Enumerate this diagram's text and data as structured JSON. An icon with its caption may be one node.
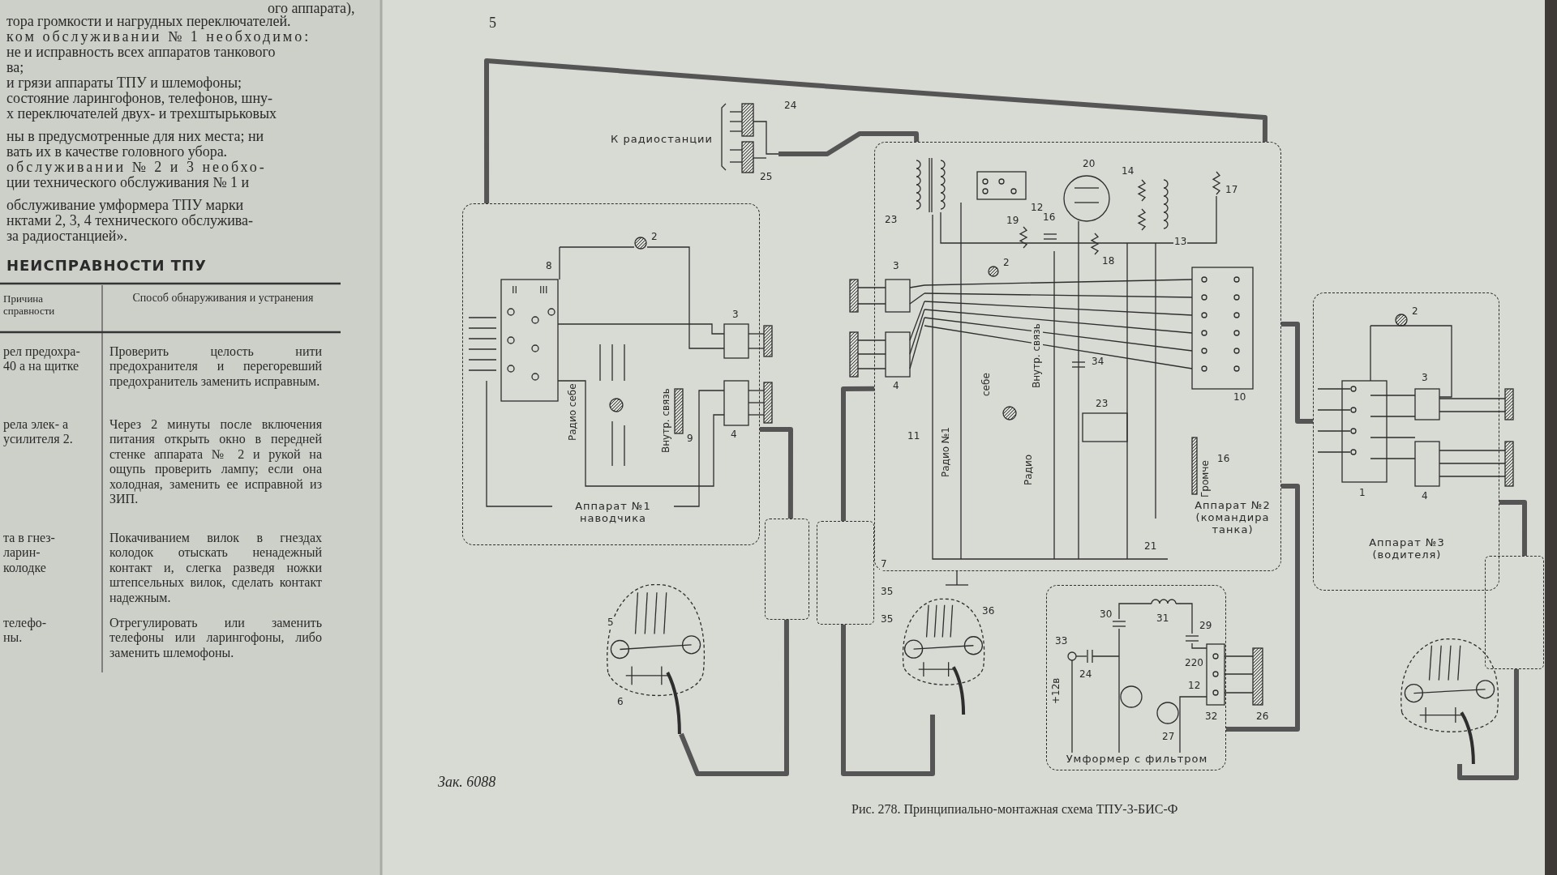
{
  "diagram": {
    "caption": "Рис. 278. Принципиально-монтажная схема ТПУ-3-БИС-Ф",
    "nodes": [
      {
        "text": [
          "Аппарат №1 наводчика"
        ]
      },
      {
        "text": [
          "Аппарат №2 (командира танка)"
        ]
      },
      {
        "text": [
          "Аппарат №3 (водителя)"
        ]
      },
      {
        "text": [
          "Умформер с фильтром"
        ]
      },
      {
        "text": [
          "К радиостанции"
        ]
      },
      {
        "text": [],
        "shape": "picture",
        "beside": [
          "5",
          "6"
        ]
      },
      {
        "text": [],
        "shape": "picture",
        "beside": [
          "36"
        ]
      },
      {
        "text": [],
        "shape": "picture"
      },
      {
        "text": [],
        "shape": "box"
      },
      {
        "text": [],
        "shape": "box"
      },
      {
        "text": [],
        "shape": "box"
      }
    ],
    "edges": [
      {
        "from": 0,
        "to": 1,
        "arrow": "none"
      },
      {
        "from": 4,
        "to": 1,
        "arrow": "none"
      },
      {
        "from": 0,
        "to": 8,
        "arrow": "none"
      },
      {
        "from": 8,
        "to": 5,
        "arrow": "none"
      },
      {
        "from": 1,
        "to": 9,
        "arrow": "none"
      },
      {
        "from": 9,
        "to": 6,
        "arrow": "none"
      },
      {
        "from": 1,
        "to": 2,
        "arrow": "none"
      },
      {
        "from": 2,
        "to": 10,
        "arrow": "none"
      },
      {
        "from": 10,
        "to": 7,
        "arrow": "none"
      },
      {
        "from": 3,
        "to": 1,
        "arrow": "none"
      }
    ],
    "labels": [
      "ого аппарата),",
      "тора громкости и нагрудных переключателей.",
      "ком обслуживании № 1 необходимо:",
      "не и исправность всех аппаратов танкового",
      "ва;",
      "и грязи аппараты ТПУ и шлемофоны;",
      "состояние ларингофонов, телефонов, шну-",
      "х переключателей двух- и трехштырьковых",
      "ны в предусмотренные для них места; ни",
      "вать их в качестве головного убора.",
      "обслуживании № 2 и 3 необхо-",
      "ции технического обслуживания № 1 и",
      "обслуживание умформера ТПУ марки",
      "нктами 2, 3, 4 технического обслужива-",
      "за радиостанцией».",
      "НЕИСПРАВНОСТИ ТПУ",
      "Причина справности",
      "Способ обнаруживания и устранения",
      "рел предохра- 40 а на щитке",
      "Проверить целость нити предохранителя и перегоревший предохранитель заменить исправным.",
      "рела элек- а усилителя 2.",
      "Через 2 минуты после включения питания открыть окно в передней стенке аппарата № 2 и рукой на ощупь проверить лампу; если она холодная, заменить ее исправной из ЗИП.",
      "та в гнез- ларин- колодке",
      "Покачиванием вилок в гнездах колодок отыскать ненадежный контакт и, слегка разведя ножки штепсельных вилок, сделать контакт надежным.",
      "телефо- ны.",
      "Отрегулировать или заменить телефоны или ларингофоны, либо заменить шлемофоны.",
      "5",
      "24",
      "25",
      "II",
      "III",
      "2",
      "8",
      "3",
      "Радио себе",
      "Внутр. связь",
      "9",
      "4",
      "3",
      "4",
      "23",
      "12",
      "20",
      "14",
      "17",
      "19",
      "16",
      "18",
      "13",
      "2",
      "11",
      "Радио №1",
      "себе",
      "Радио",
      "Внутр. связь",
      "34",
      "23",
      "Громче",
      "16",
      "10",
      "21",
      "2",
      "3",
      "1",
      "4",
      "30",
      "33",
      "+12в",
      "31",
      "29",
      "220",
      "12",
      "24",
      "27",
      "32",
      "26",
      "7",
      "35",
      "35",
      "Зак. 6088"
    ]
  }
}
